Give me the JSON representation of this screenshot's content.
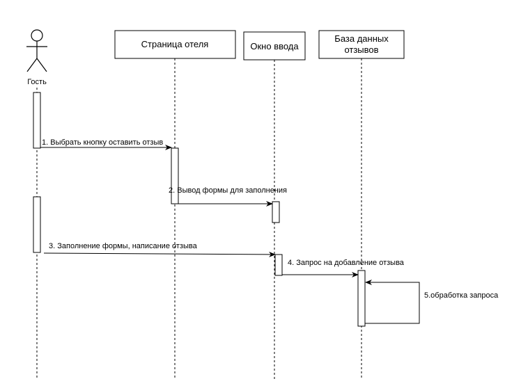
{
  "participants": {
    "actor": "Гость",
    "hotel_page": "Страница отеля",
    "input_window": "Окно ввода",
    "database_line1": "База данных",
    "database_line2": "отзывов"
  },
  "messages": {
    "m1": "1. Выбрать кнопку оставить отзыв",
    "m2": "2. Вывод формы для заполнения",
    "m3": "3. Заполнение формы, написание отзыва",
    "m4": "4. Запрос на добавление отзыва",
    "m5": "5.обработка запроса"
  },
  "colors": {
    "line": "#000000",
    "box_fill": "#ffffff"
  }
}
